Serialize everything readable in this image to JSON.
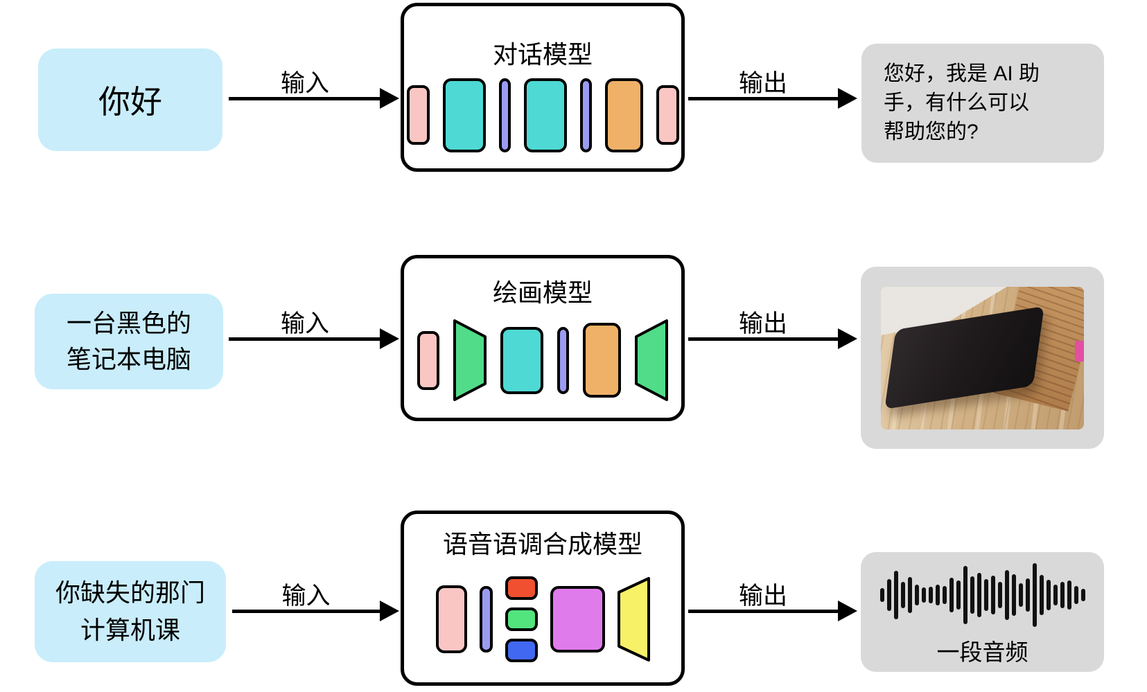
{
  "colors": {
    "input_bg": "#C9EDFB",
    "output_bg": "#D9D9D9",
    "stroke": "#000000",
    "pink": "#FAC6C3",
    "teal": "#4ED9D5",
    "purple": "#9B9CF1",
    "orange": "#EFB167",
    "green": "#51DC89",
    "red": "#F0502F",
    "bright_green": "#52E57D",
    "blue": "#4168F0",
    "magenta": "#E07BEB",
    "yellow": "#F7F168",
    "wave": "#111111"
  },
  "labels": {
    "input": "输入",
    "output": "输出"
  },
  "rows": [
    {
      "input_text": "你好",
      "model_title": "对话模型",
      "output_text": [
        "您好，我是 AI 助",
        "手，有什么可以",
        "帮助您的?"
      ],
      "blocks": [
        {
          "shape": "rect",
          "color": "#FAC6C3",
          "w": 33,
          "h": 86,
          "r": 8
        },
        {
          "shape": "rect",
          "color": "#4ED9D5",
          "w": 62,
          "h": 107,
          "r": 10
        },
        {
          "shape": "rect",
          "color": "#9B9CF1",
          "w": 17,
          "h": 107,
          "r": 7
        },
        {
          "shape": "rect",
          "color": "#4ED9D5",
          "w": 62,
          "h": 107,
          "r": 10
        },
        {
          "shape": "rect",
          "color": "#9B9CF1",
          "w": 17,
          "h": 107,
          "r": 7
        },
        {
          "shape": "rect",
          "color": "#EFB167",
          "w": 55,
          "h": 107,
          "r": 10
        },
        {
          "shape": "rect",
          "color": "#FAC6C3",
          "w": 33,
          "h": 86,
          "r": 8
        }
      ]
    },
    {
      "input_text": [
        "一台黑色的",
        "笔记本电脑"
      ],
      "model_title": "绘画模型",
      "output_image": "black-laptop-on-wood-floor-photo",
      "blocks": [
        {
          "shape": "rect",
          "color": "#FAC6C3",
          "w": 32,
          "h": 85,
          "r": 8
        },
        {
          "shape": "trap-right",
          "color": "#51DC89",
          "w": 48,
          "h": 118,
          "t": 0.21
        },
        {
          "shape": "rect",
          "color": "#4ED9D5",
          "w": 62,
          "h": 97,
          "r": 10
        },
        {
          "shape": "rect",
          "color": "#9B9CF1",
          "w": 17,
          "h": 97,
          "r": 7
        },
        {
          "shape": "rect",
          "color": "#EFB167",
          "w": 55,
          "h": 108,
          "r": 10
        },
        {
          "shape": "trap-left",
          "color": "#51DC89",
          "w": 48,
          "h": 118,
          "t": 0.21
        }
      ]
    },
    {
      "input_text": [
        "你缺失的那门",
        "计算机课"
      ],
      "model_title": "语音语调合成模型",
      "output_caption": "一段音频",
      "waveform": [
        20,
        46,
        70,
        38,
        52,
        30,
        22,
        24,
        30,
        26,
        50,
        42,
        84,
        54,
        64,
        46,
        56,
        38,
        72,
        60,
        34,
        48,
        92,
        58,
        44,
        30,
        38,
        42,
        26,
        18
      ],
      "blocks": [
        {
          "shape": "rect",
          "color": "#FAC6C3",
          "w": 45,
          "h": 98,
          "r": 10
        },
        {
          "shape": "rect",
          "color": "#9B9CF1",
          "w": 19,
          "h": 96,
          "r": 7
        },
        {
          "shape": "stack",
          "w": 47,
          "gap": 11,
          "r": 8,
          "items": [
            {
              "color": "#F0502F",
              "h": 34
            },
            {
              "color": "#52E57D",
              "h": 34
            },
            {
              "color": "#4168F0",
              "h": 34
            }
          ]
        },
        {
          "shape": "rect",
          "color": "#E07BEB",
          "w": 79,
          "h": 96,
          "r": 10
        },
        {
          "shape": "trap-left",
          "color": "#F7F168",
          "w": 47,
          "h": 122,
          "t": 0.18
        }
      ]
    }
  ]
}
